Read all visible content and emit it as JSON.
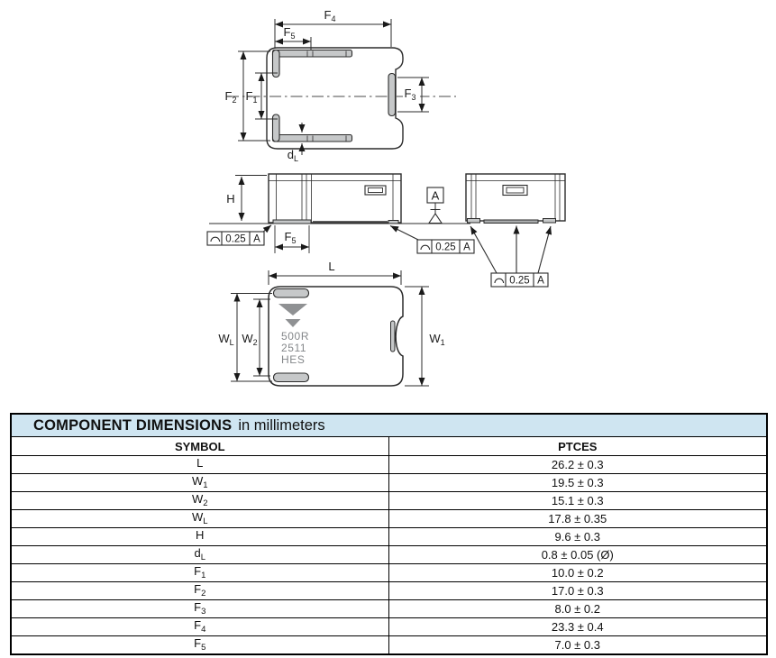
{
  "drawing": {
    "line_color": "#2b2b2b",
    "lead_fill": "#c6c8c9",
    "logo_color": "#8f9193",
    "labels": {
      "f4": {
        "base": "F",
        "sub": "4"
      },
      "f5_top": {
        "base": "F",
        "sub": "5"
      },
      "f2": {
        "base": "F",
        "sub": "2"
      },
      "f1": {
        "base": "F",
        "sub": "1"
      },
      "f3": {
        "base": "F",
        "sub": "3"
      },
      "dl": {
        "base": "d",
        "sub": "L"
      },
      "h": {
        "base": "H",
        "sub": ""
      },
      "f5_side": {
        "base": "F",
        "sub": "5"
      },
      "l": {
        "base": "L",
        "sub": ""
      },
      "wl": {
        "base": "W",
        "sub": "L"
      },
      "w2": {
        "base": "W",
        "sub": "2"
      },
      "w1": {
        "base": "W",
        "sub": "1"
      }
    },
    "datum_flag": "A",
    "tolerance": {
      "symbol_icon": "arc-icon",
      "value": "0.25",
      "datum": "A"
    },
    "component_marking": {
      "line1": "500R",
      "line2": "2511",
      "line3": "HES"
    }
  },
  "table": {
    "title": "COMPONENT DIMENSIONS",
    "title_suffix": "in millimeters",
    "header_bg": "#cfe5f1",
    "border_color": "#000000",
    "columns": [
      "SYMBOL",
      "PTCES"
    ],
    "rows": [
      {
        "symbol": {
          "base": "L",
          "sub": ""
        },
        "value": "26.2 ± 0.3"
      },
      {
        "symbol": {
          "base": "W",
          "sub": "1"
        },
        "value": "19.5 ± 0.3"
      },
      {
        "symbol": {
          "base": "W",
          "sub": "2"
        },
        "value": "15.1 ± 0.3"
      },
      {
        "symbol": {
          "base": "W",
          "sub": "L"
        },
        "value": "17.8 ± 0.35"
      },
      {
        "symbol": {
          "base": "H",
          "sub": ""
        },
        "value": "9.6 ± 0.3"
      },
      {
        "symbol": {
          "base": "d",
          "sub": "L"
        },
        "value": "0.8 ± 0.05 (Ø)"
      },
      {
        "symbol": {
          "base": "F",
          "sub": "1"
        },
        "value": "10.0 ± 0.2"
      },
      {
        "symbol": {
          "base": "F",
          "sub": "2"
        },
        "value": "17.0 ± 0.3"
      },
      {
        "symbol": {
          "base": "F",
          "sub": "3"
        },
        "value": "8.0 ± 0.2"
      },
      {
        "symbol": {
          "base": "F",
          "sub": "4"
        },
        "value": "23.3 ± 0.4"
      },
      {
        "symbol": {
          "base": "F",
          "sub": "5"
        },
        "value": "7.0 ± 0.3"
      }
    ]
  }
}
